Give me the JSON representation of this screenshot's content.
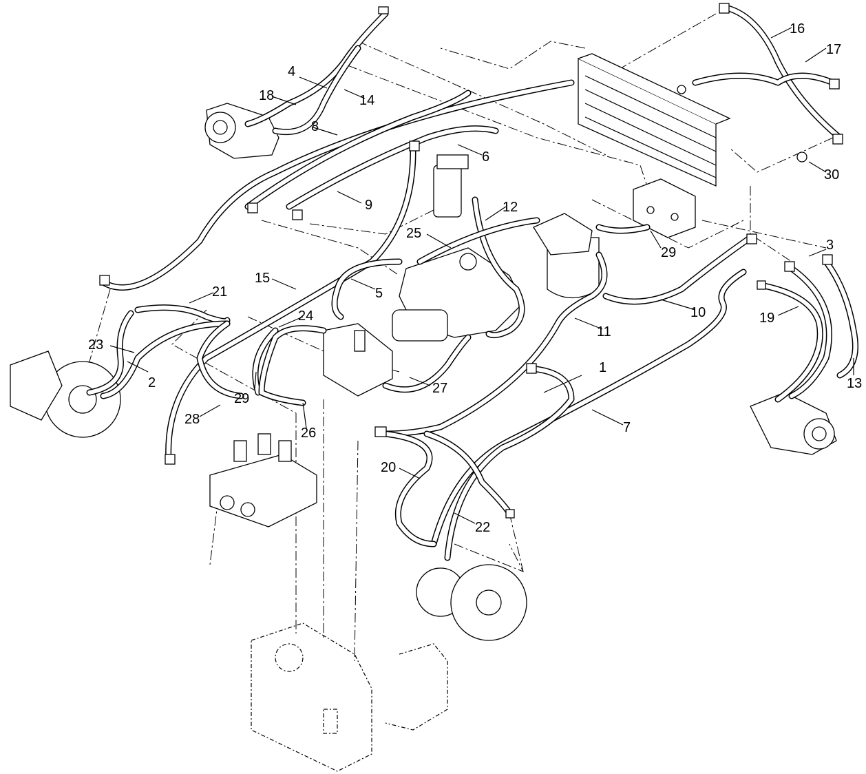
{
  "callouts": [
    {
      "label": "1"
    },
    {
      "label": "2"
    },
    {
      "label": "3"
    },
    {
      "label": "4"
    },
    {
      "label": "5"
    },
    {
      "label": "6"
    },
    {
      "label": "7"
    },
    {
      "label": "8"
    },
    {
      "label": "9"
    },
    {
      "label": "10"
    },
    {
      "label": "11"
    },
    {
      "label": "12"
    },
    {
      "label": "13"
    },
    {
      "label": "14"
    },
    {
      "label": "15"
    },
    {
      "label": "16"
    },
    {
      "label": "17"
    },
    {
      "label": "18"
    },
    {
      "label": "19"
    },
    {
      "label": "20"
    },
    {
      "label": "21"
    },
    {
      "label": "22"
    },
    {
      "label": "23"
    },
    {
      "label": "24"
    },
    {
      "label": "25"
    },
    {
      "label": "26"
    },
    {
      "label": "27"
    },
    {
      "label": "28"
    },
    {
      "label": "29"
    },
    {
      "label": "29"
    },
    {
      "label": "30"
    }
  ],
  "colors": {
    "line": "#000000",
    "background": "#ffffff"
  }
}
